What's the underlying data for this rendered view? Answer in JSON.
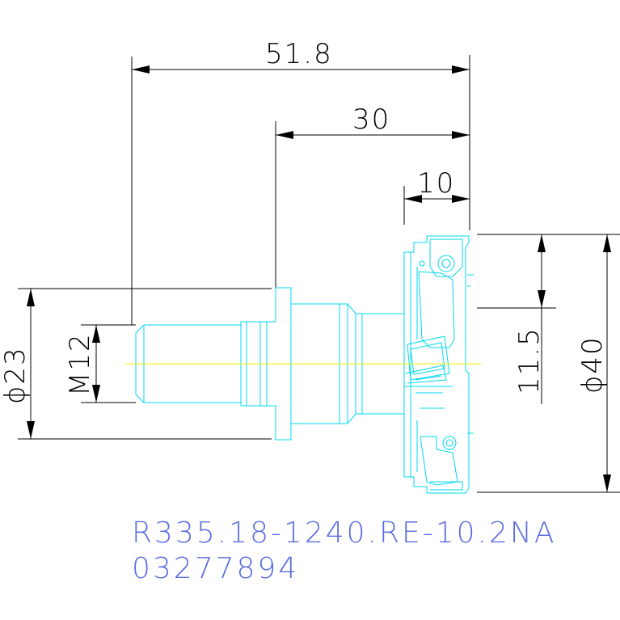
{
  "dimensions": {
    "overall_length": "51.8",
    "head_length": "30",
    "insert_offset": "10",
    "shank_diameter": "ϕ23",
    "thread": "M12",
    "cutting_height": "11.5",
    "cutter_diameter": "ϕ40"
  },
  "title_block": {
    "part_number": "R335.18-1240.RE-10.2NA",
    "item_code": "03277894"
  },
  "colors": {
    "dimension": "#000000",
    "part": "#00d8f0",
    "centerline": "#f2f200",
    "text": "#5a6de0"
  }
}
